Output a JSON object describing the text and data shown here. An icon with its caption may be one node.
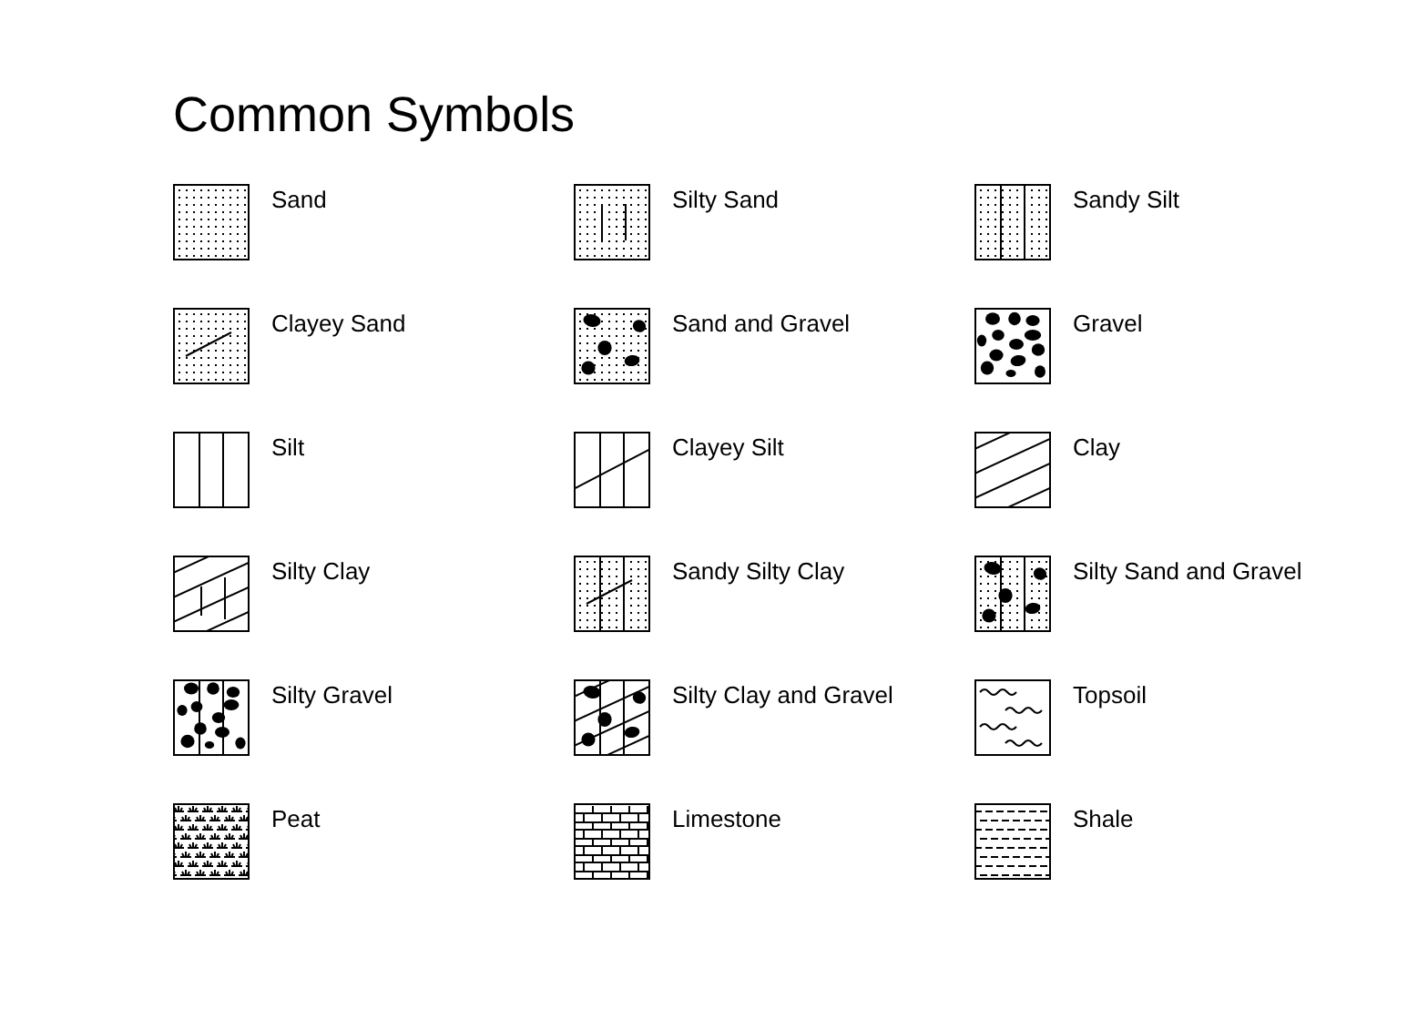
{
  "diagram": {
    "title": "Common Symbols",
    "legend": [
      {
        "text": "Sand"
      },
      {
        "text": "Silty Sand"
      },
      {
        "text": "Sandy Silt"
      },
      {
        "text": "Clayey Sand"
      },
      {
        "text": "Sand and Gravel"
      },
      {
        "text": "Gravel"
      },
      {
        "text": "Silt"
      },
      {
        "text": "Clayey Silt"
      },
      {
        "text": "Clay"
      },
      {
        "text": "Silty Clay"
      },
      {
        "text": "Sandy Silty Clay"
      },
      {
        "text": "Silty Sand and Gravel"
      },
      {
        "text": "Silty Gravel"
      },
      {
        "text": "Silty Clay and Gravel"
      },
      {
        "text": "Topsoil"
      },
      {
        "text": "Peat"
      },
      {
        "text": "Limestone"
      },
      {
        "text": "Shale"
      }
    ]
  }
}
